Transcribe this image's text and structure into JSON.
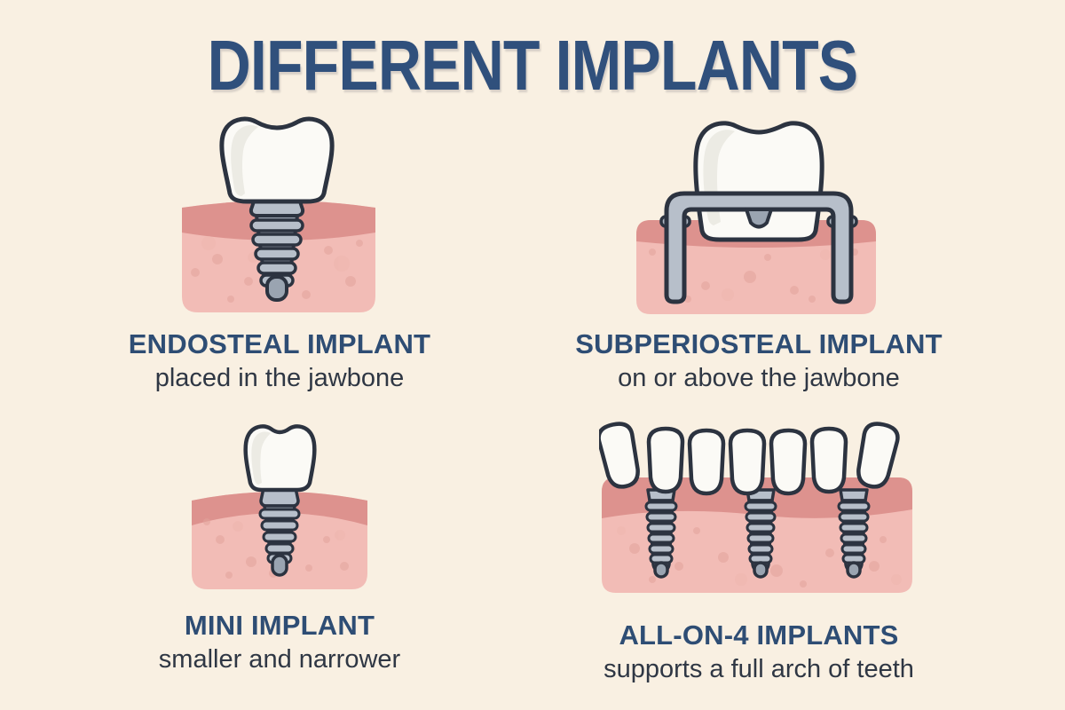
{
  "title": "DIFFERENT IMPLANTS",
  "palette": {
    "background": "#f9f0e2",
    "heading_navy": "#30507c",
    "body_text": "#2f3744",
    "gum_dark_pink": "#dd928e",
    "gum_light_pink": "#f2bcb6",
    "gum_speckle": "#e2a49c",
    "tooth_white": "#fbfaf6",
    "tooth_shade": "#e9e7e0",
    "metal_light": "#b7bfca",
    "metal_mid": "#9aa4b1",
    "outline_ink": "#2c3340"
  },
  "implants": [
    {
      "name": "ENDOSTEAL IMPLANT",
      "description": "placed in the jawbone",
      "icon": "endosteal-implant-icon"
    },
    {
      "name": "SUBPERIOSTEAL IMPLANT",
      "description": "on or above the jawbone",
      "icon": "subperiosteal-implant-icon"
    },
    {
      "name": "MINI IMPLANT",
      "description": "smaller and narrower",
      "icon": "mini-implant-icon"
    },
    {
      "name": "ALL-ON-4 IMPLANTS",
      "description": "supports a full arch of teeth",
      "icon": "all-on-4-implants-icon"
    }
  ]
}
